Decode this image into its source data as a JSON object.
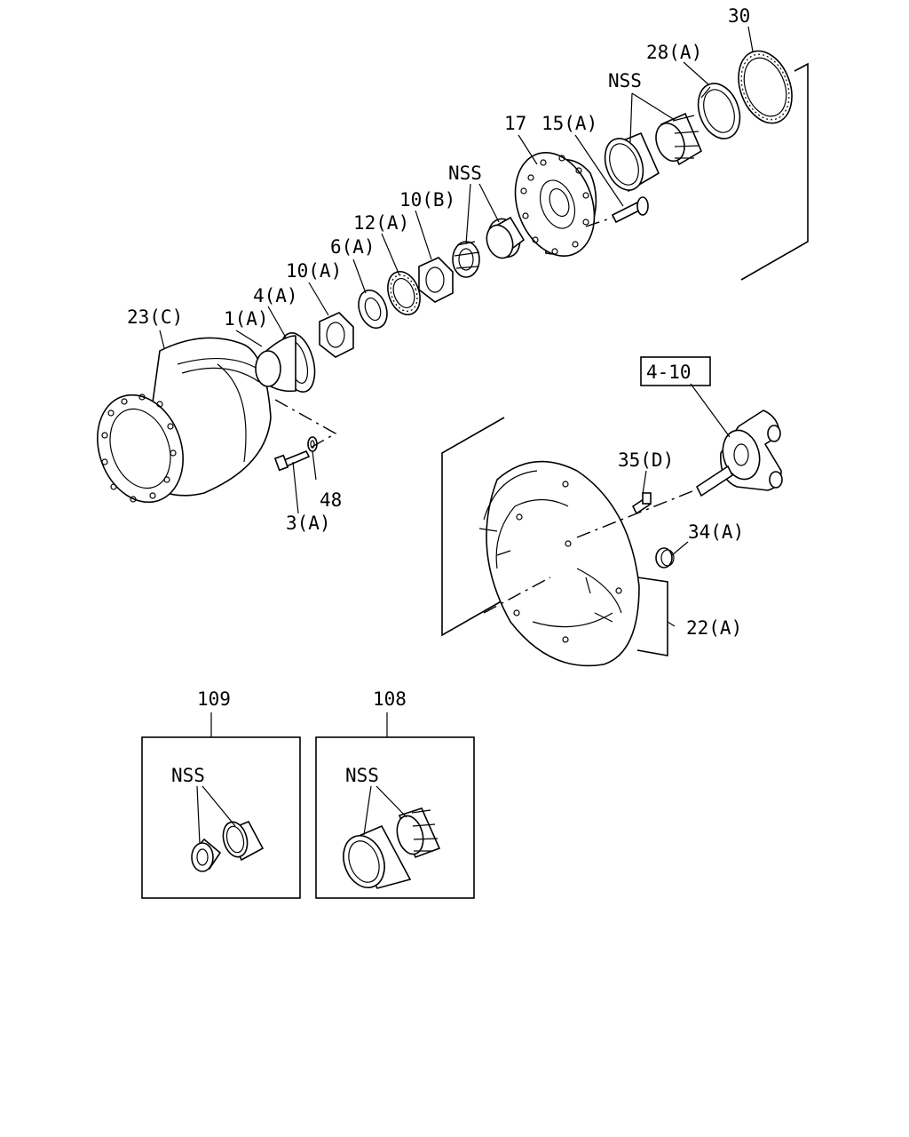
{
  "labels": {
    "l30": "30",
    "l28a": "28(A)",
    "nss_top": "NSS",
    "l17": "17",
    "l15a": "15(A)",
    "nss_mid": "NSS",
    "l10b": "10(B)",
    "l12a": "12(A)",
    "l6a": "6(A)",
    "l10a": "10(A)",
    "l4a": "4(A)",
    "l1a": "1(A)",
    "l23c": "23(C)",
    "l48": "48",
    "l3a": "3(A)",
    "ref_4_10": "4-10",
    "l35d": "35(D)",
    "l34a": "34(A)",
    "l22a": "22(A)",
    "l109": "109",
    "l108": "108",
    "nss_109": "NSS",
    "nss_108": "NSS"
  }
}
